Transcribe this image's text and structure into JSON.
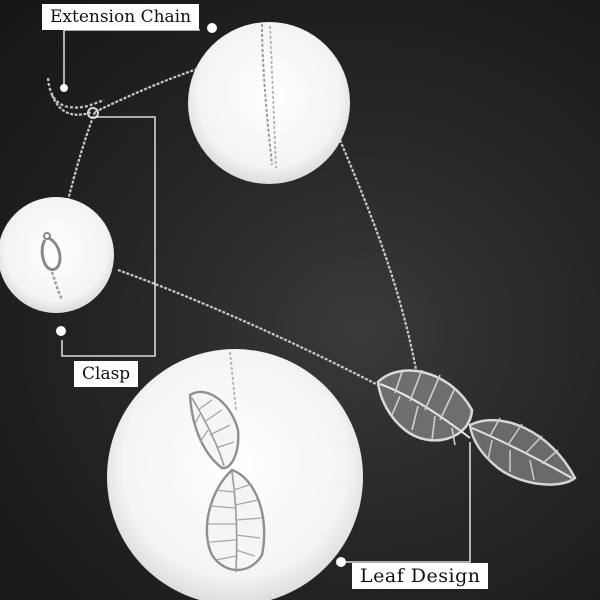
{
  "product_photo": {
    "callouts": {
      "extension_chain": "Extension Chain",
      "clasp": "Clasp",
      "leaf_design": "Leaf  Design"
    },
    "colors": {
      "background": "#262626",
      "metal": "#c9c9c9",
      "callout_circle": "#ffffff",
      "guide_line": "#ffffff"
    }
  }
}
